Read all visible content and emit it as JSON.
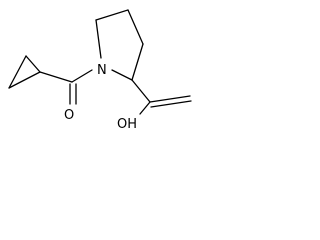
{
  "molecule": {
    "atom_labels": {
      "nitrogen": "N",
      "carbonyl_oxygen": "O",
      "hydroxyl": "OH"
    },
    "bond_color": "#000000",
    "background_color": "#ffffff"
  }
}
